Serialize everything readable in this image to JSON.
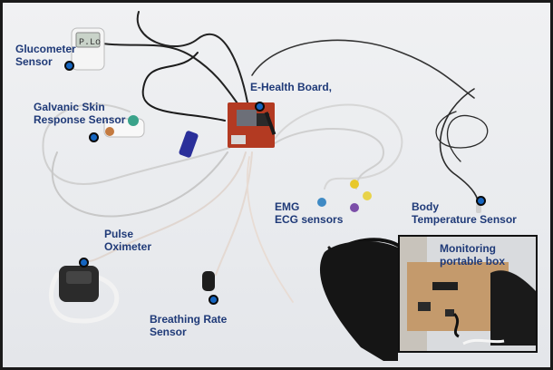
{
  "labels": {
    "glucometer": "Glucometer\nSensor",
    "gsr": "Galvanic Skin\nResponse Sensor",
    "ehealth": "E-Health Board,",
    "pulse": "Pulse\nOximeter",
    "emg": "EMG\nECG sensors",
    "body_temp": "Body\nTemperature Sensor",
    "breathing": "Breathing Rate\nSensor",
    "monitoring": "Monitoring\nportable box"
  },
  "glucometer_display": "P.Lo",
  "colors": {
    "label_text": "#1f3a78",
    "marker": "#1565c0",
    "usb_stick": "#2a2f9a",
    "board": "#b33a22",
    "box": "#c49a6c"
  }
}
